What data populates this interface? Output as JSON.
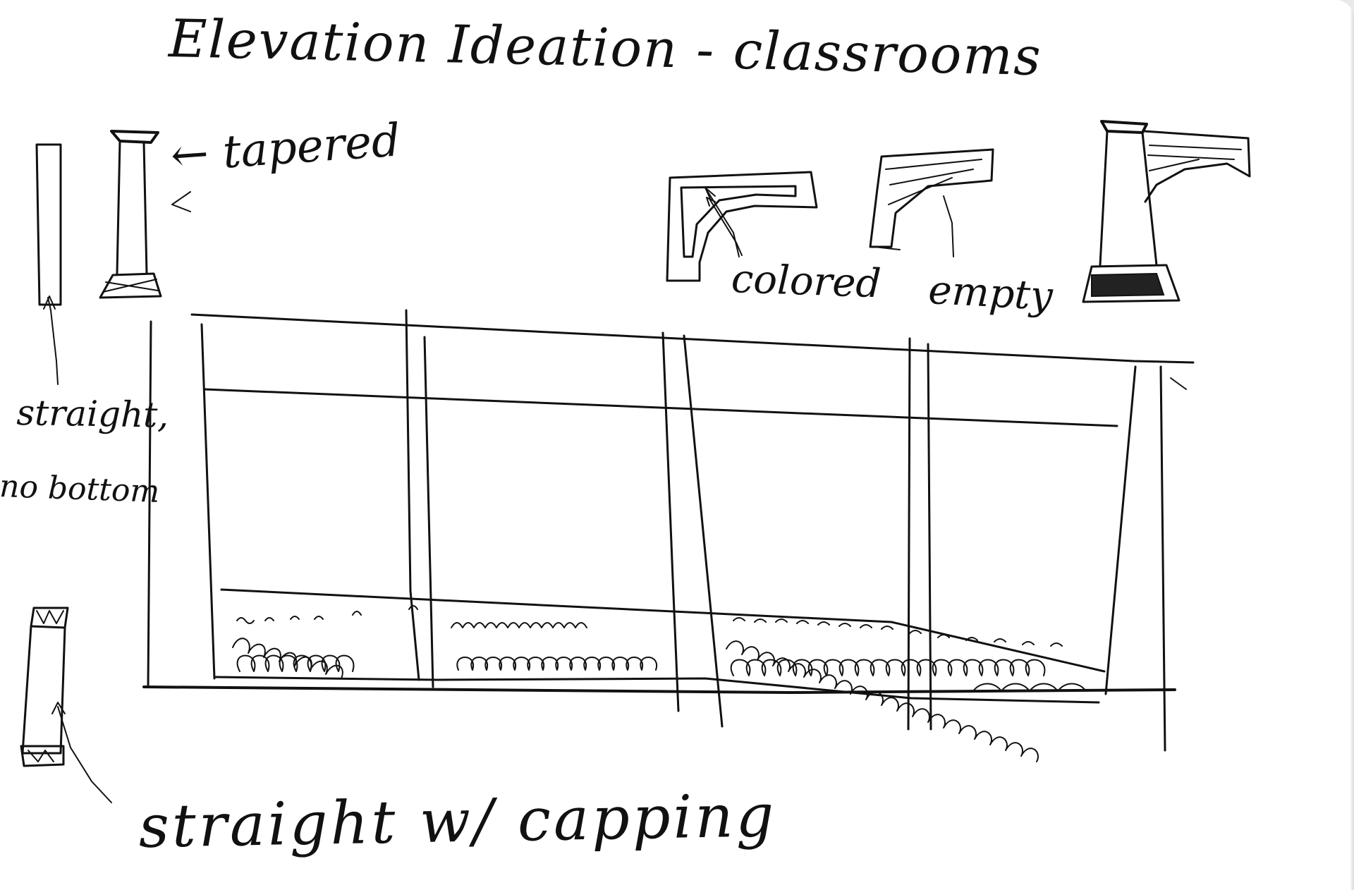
{
  "sketch": {
    "title": "Elevation Ideation - classrooms",
    "annotations": {
      "tapered": "← tapered",
      "straight_no_bottom_line1": "straight,",
      "straight_no_bottom_line2": "no bottom",
      "colored": "colored",
      "empty": "empty",
      "straight_with_capping": "straight w/ capping"
    }
  },
  "colors": {
    "paper": "#ffffff",
    "ink": "#111111",
    "background": "#e9e9e7"
  }
}
